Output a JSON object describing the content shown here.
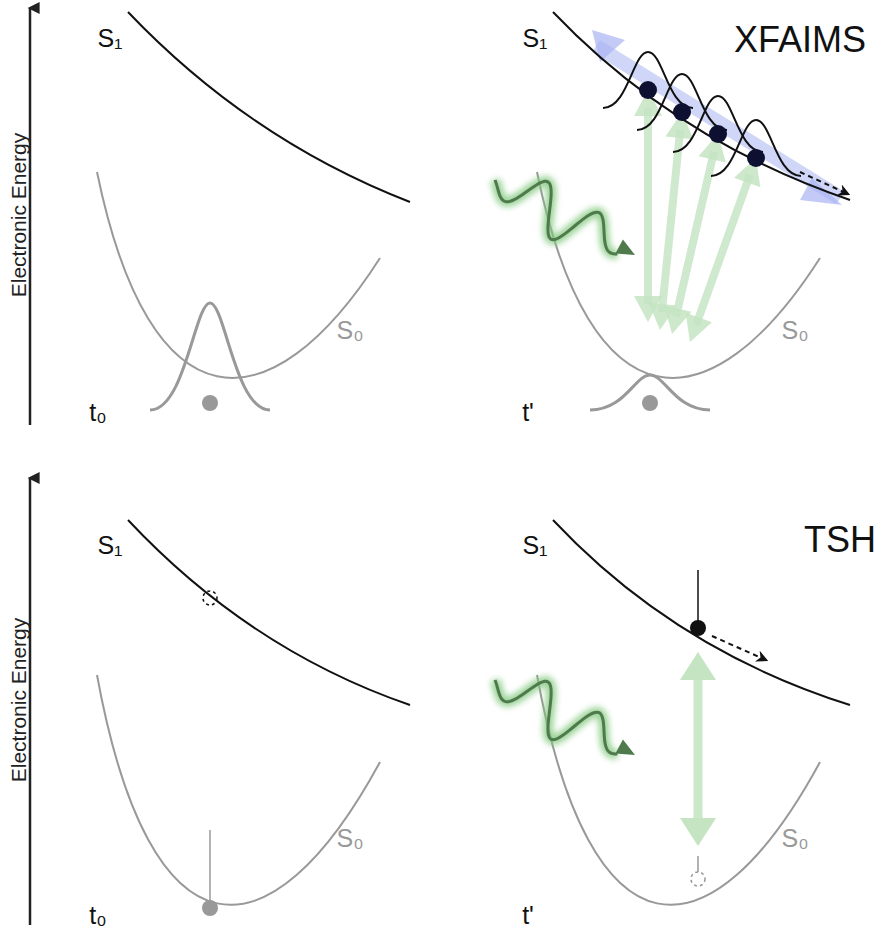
{
  "diagram": {
    "labels": [
      "Electronic Energy",
      "S₁",
      "S₀",
      "t₀",
      "S₁",
      "S₀",
      "t'",
      "XFAIMS",
      "Electronic Energy",
      "S₁",
      "S₀",
      "t₀",
      "S₁",
      "S₀",
      "t'",
      "TSH"
    ]
  }
}
